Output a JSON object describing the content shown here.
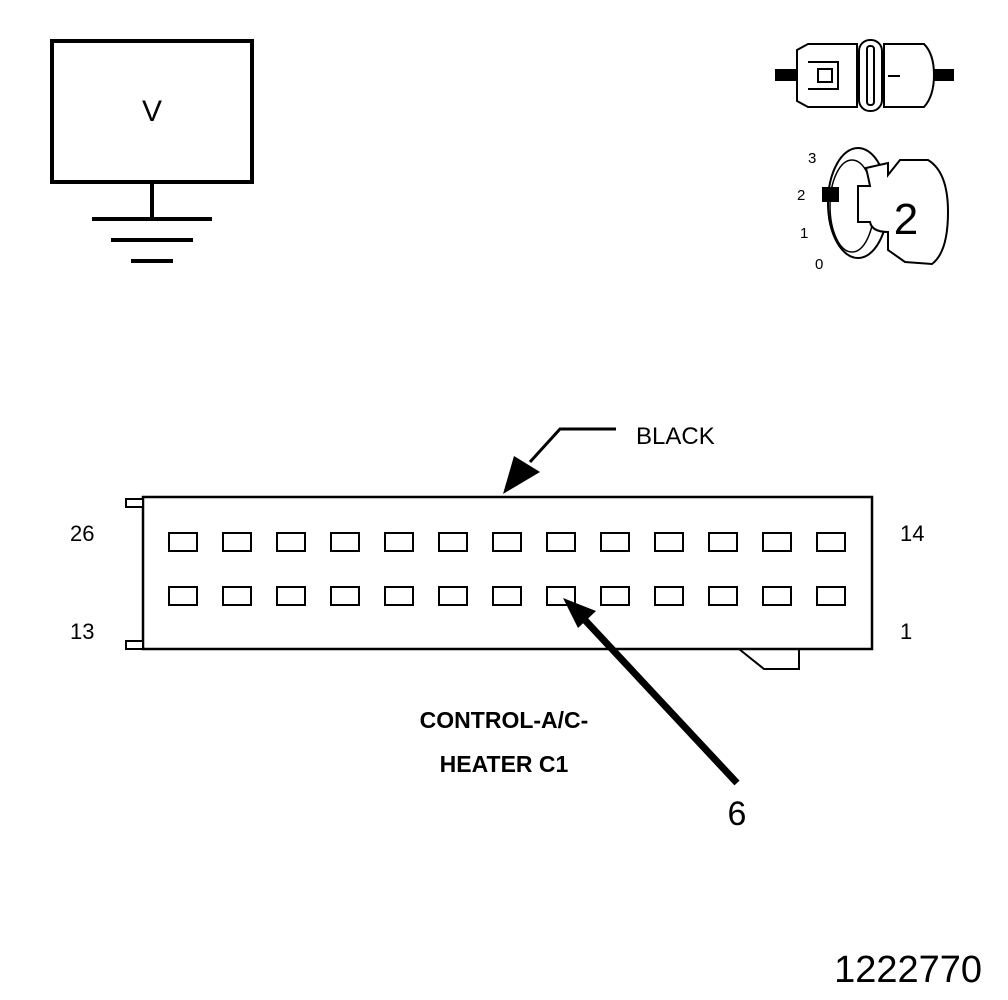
{
  "voltmeter": {
    "symbol": "V"
  },
  "ignition": {
    "positions": [
      "3",
      "2",
      "1",
      "0"
    ],
    "selected_position": "2"
  },
  "connector": {
    "color_label": "BLACK",
    "name_line1": "CONTROL-A/C-",
    "name_line2": "HEATER C1",
    "pin_labels": {
      "top_left": "26",
      "bottom_left": "13",
      "top_right": "14",
      "bottom_right": "1"
    },
    "pins_per_row": 13,
    "highlighted_pin": "6",
    "callout": "6"
  },
  "figure_number": "1222770",
  "colors": {
    "line": "#000000",
    "background": "#ffffff"
  }
}
